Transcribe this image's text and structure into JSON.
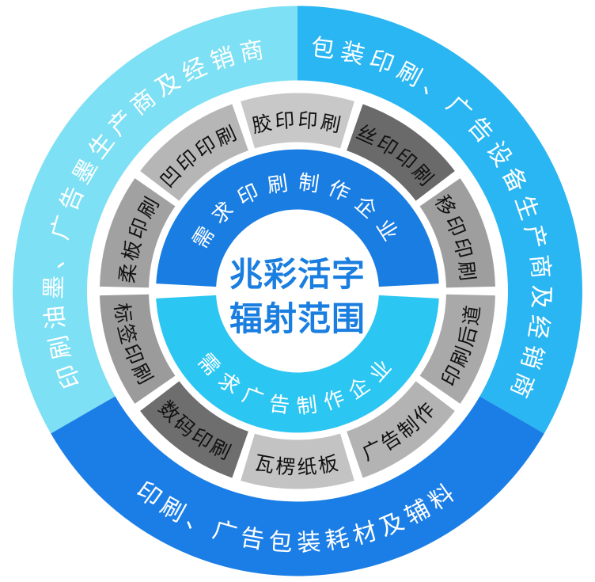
{
  "center": {
    "line1": "兆彩活字",
    "line2": "辐射范围",
    "text_color": "#1a7ee0",
    "bg_color": "#ffffff"
  },
  "inner_ring": {
    "text_color": "#ffffff",
    "top": {
      "label": "需求印刷制作企业",
      "color": "#1a7de2"
    },
    "bottom": {
      "label": "需求广告制作企业",
      "color": "#2cc6f2"
    }
  },
  "middle_ring": {
    "text_color": "#111111",
    "segments": [
      {
        "label": "胶印印刷",
        "color": "#c8c8c8",
        "start": 252,
        "end": 288
      },
      {
        "label": "丝印印刷",
        "color": "#6a6a6a",
        "start": 288,
        "end": 324
      },
      {
        "label": "移印印刷",
        "color": "#9e9e9e",
        "start": 324,
        "end": 360
      },
      {
        "label": "印刷后道",
        "color": "#a9a9a9",
        "start": 0,
        "end": 36
      },
      {
        "label": "广告制作",
        "color": "#b3b3b3",
        "start": 36,
        "end": 72
      },
      {
        "label": "瓦楞纸板",
        "color": "#c3c3c3",
        "start": 72,
        "end": 108
      },
      {
        "label": "数码印刷",
        "color": "#6e6e6e",
        "start": 108,
        "end": 144
      },
      {
        "label": "标签印刷",
        "color": "#9b9b9b",
        "start": 144,
        "end": 180
      },
      {
        "label": "柔板印刷",
        "color": "#a1a1a1",
        "start": 180,
        "end": 216
      },
      {
        "label": "凹印印刷",
        "color": "#b6b6b6",
        "start": 216,
        "end": 252
      }
    ]
  },
  "outer_ring": {
    "text_color": "#ffffff",
    "sectors": [
      {
        "label": "印刷油墨、广告墨生产商及经销商",
        "color": "#7de0f4",
        "start": 150,
        "end": 270
      },
      {
        "label": "包装印刷、广告设备生产商及经销商",
        "color": "#29b6f2",
        "start": 270,
        "end": 390
      },
      {
        "label": "印刷、广告包装耗材及辅料",
        "color": "#1b7ee6",
        "start": 30,
        "end": 150
      }
    ]
  }
}
